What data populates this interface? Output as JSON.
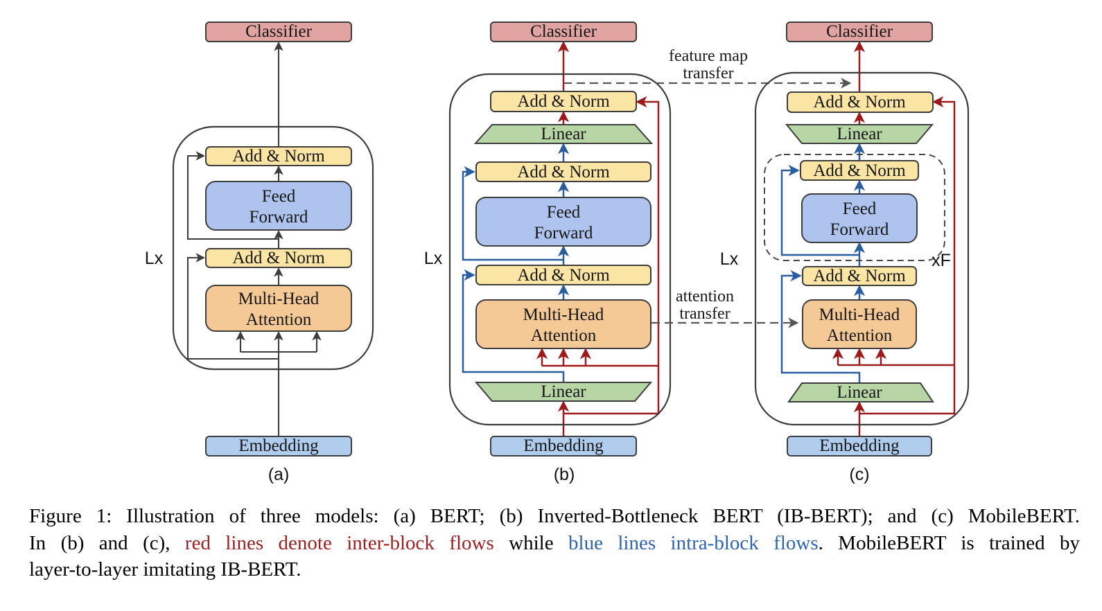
{
  "figure": {
    "labels": {
      "classifier": "Classifier",
      "add_norm": "Add & Norm",
      "feed": "Feed",
      "forward": "Forward",
      "multi_head": "Multi-Head",
      "attention": "Attention",
      "linear": "Linear",
      "embedding": "Embedding",
      "lx": "Lx",
      "xf": "xF",
      "panel_a": "(a)",
      "panel_b": "(b)",
      "panel_c": "(c)",
      "feature_map_line1": "feature map",
      "feature_map_line2": "transfer",
      "attention_line1": "attention",
      "attention_line2": "transfer"
    },
    "colors": {
      "classifier_fill": "#e2a3a3",
      "add_norm_fill": "#fbe5a4",
      "feed_forward_fill": "#aec4ee",
      "attention_fill": "#f4c995",
      "linear_fill": "#b8d5a6",
      "embedding_fill": "#b0cdee",
      "box_border": "#3d3d3d",
      "inter_block_red": "#9c1a1a",
      "intra_block_blue": "#2a5d9e",
      "transfer_gray": "#555555"
    }
  },
  "caption": {
    "lines": [
      [
        {
          "t": "Figure 1: Illustration of three models: (a) BERT; (b) Inverted-Bottleneck BERT (IB-BERT); and (c) MobileBERT.",
          "c": "k"
        }
      ],
      [
        {
          "t": "In (b) and (c), ",
          "c": "k"
        },
        {
          "t": "red lines denote inter-block flows",
          "c": "r"
        },
        {
          "t": " while ",
          "c": "k"
        },
        {
          "t": "blue lines intra-block flows",
          "c": "b"
        },
        {
          "t": ".  MobileBERT is trained by",
          "c": "k"
        }
      ],
      [
        {
          "t": "layer-to-layer imitating IB-BERT.",
          "c": "k"
        }
      ]
    ]
  }
}
